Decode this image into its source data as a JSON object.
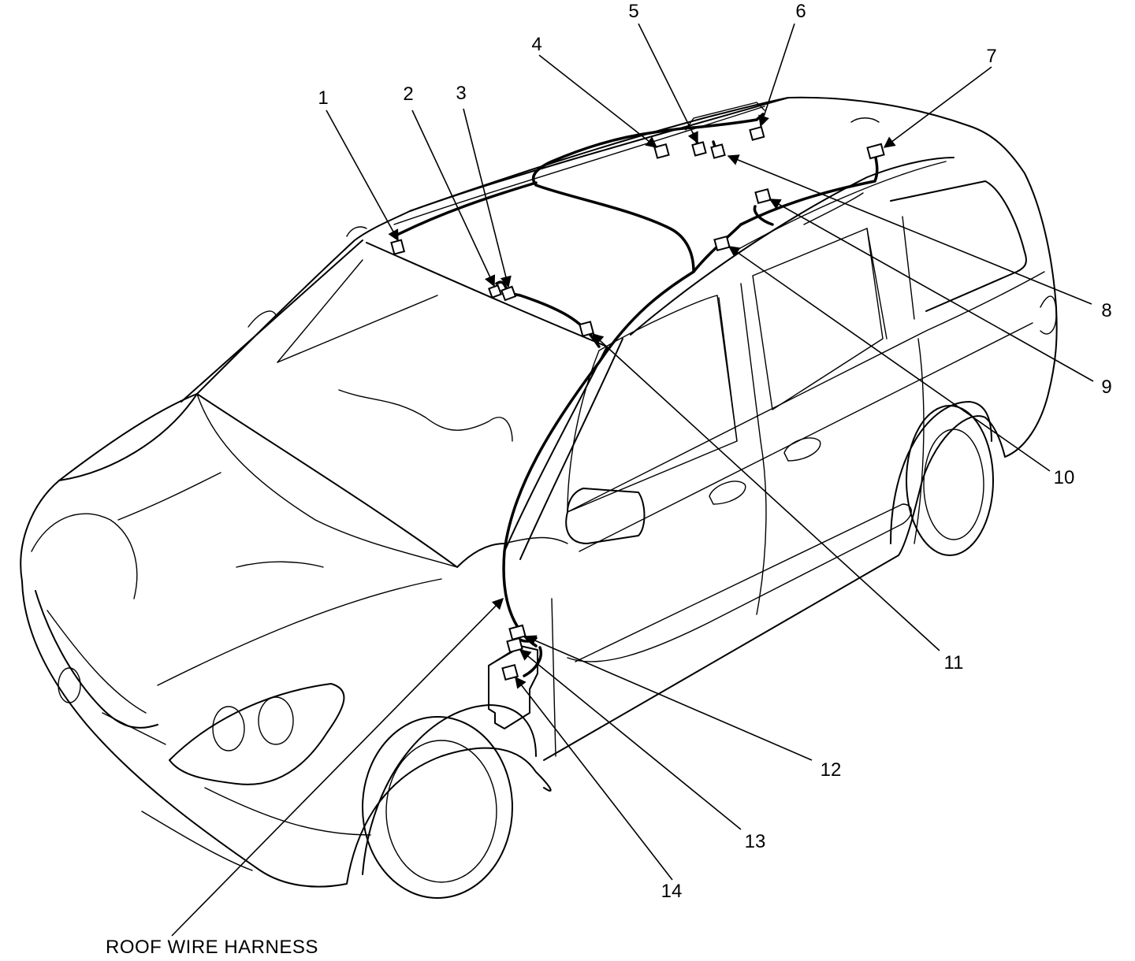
{
  "callouts": [
    "1",
    "2",
    "3",
    "4",
    "5",
    "6",
    "7",
    "8",
    "9",
    "10",
    "11",
    "12",
    "13",
    "14"
  ],
  "caption": "ROOF WIRE HARNESS"
}
